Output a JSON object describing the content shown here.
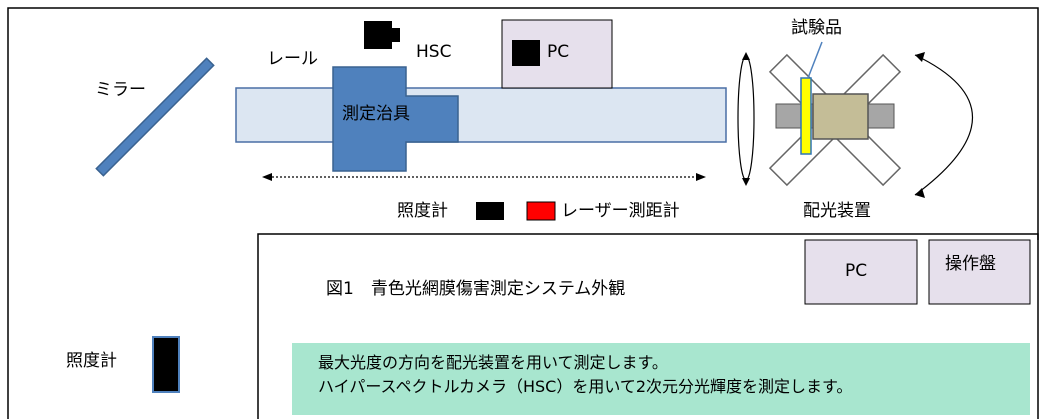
{
  "labels": {
    "mirror": "ミラー",
    "rail": "レール",
    "hsc": "HSC",
    "pc_top": "PC",
    "jig": "測定治具",
    "test_item": "試験品",
    "goniophotometer": "配光装置",
    "illuminance_meter_top": "照度計",
    "laser_rangefinder": "レーザー測距計",
    "illuminance_meter_left": "照度計",
    "pc_box": "PC",
    "control_panel": "操作盤"
  },
  "figure_caption": "図1　青色光網膜傷害測定システム外観",
  "description": {
    "line1": "最大光度の方向を配光装置を用いて測定します。",
    "line2": "ハイパースペクトルカメラ（HSC）を用いて2次元分光輝度を測定します。"
  },
  "colors": {
    "border": "#000000",
    "mirror_fill": "#4f81bd",
    "rail_fill": "#dce6f2",
    "jig_fill": "#4f81bd",
    "pc_fill": "#e6e0ec",
    "test_item_fill": "#ffff00",
    "device_fill": "#c4bd97",
    "laser_fill": "#ff0000",
    "desc_bg": "#a8e6cf"
  }
}
